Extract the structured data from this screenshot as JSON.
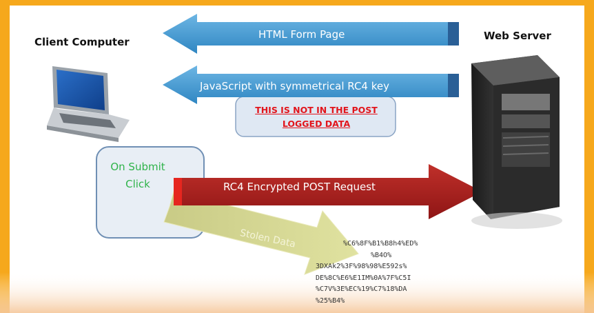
{
  "diagram": {
    "client_label": "Client Computer",
    "server_label": "Web Server",
    "arrow_html_form": "HTML Form Page",
    "arrow_js_key": "JavaScript with symmetrical RC4 key",
    "warning_line1": "THIS IS NOT IN THE POST",
    "warning_line2": "LOGGED DATA",
    "submit_line1": "On Submit",
    "submit_line2": "Click",
    "arrow_rc4": "RC4 Encrypted POST Request",
    "arrow_stolen": "Stolen Data",
    "encoded_lines": [
      "%C6%8F%B1%B8h4%ED%",
      "%B4O%",
      "3DXAk2%3F%98%98%E592s%",
      "DE%8C%E6%E1IM%0A%7F%C5I",
      "%C7V%3E%EC%19%C7%18%DA",
      "%25%B4%"
    ]
  },
  "colors": {
    "banner": "#f6a81c",
    "blue_arrow": "#4a9fd6",
    "red_arrow": "#b02020",
    "stolen_arrow": "#cfd08a",
    "warning_text": "#e2141b",
    "submit_text": "#2fb34a"
  }
}
